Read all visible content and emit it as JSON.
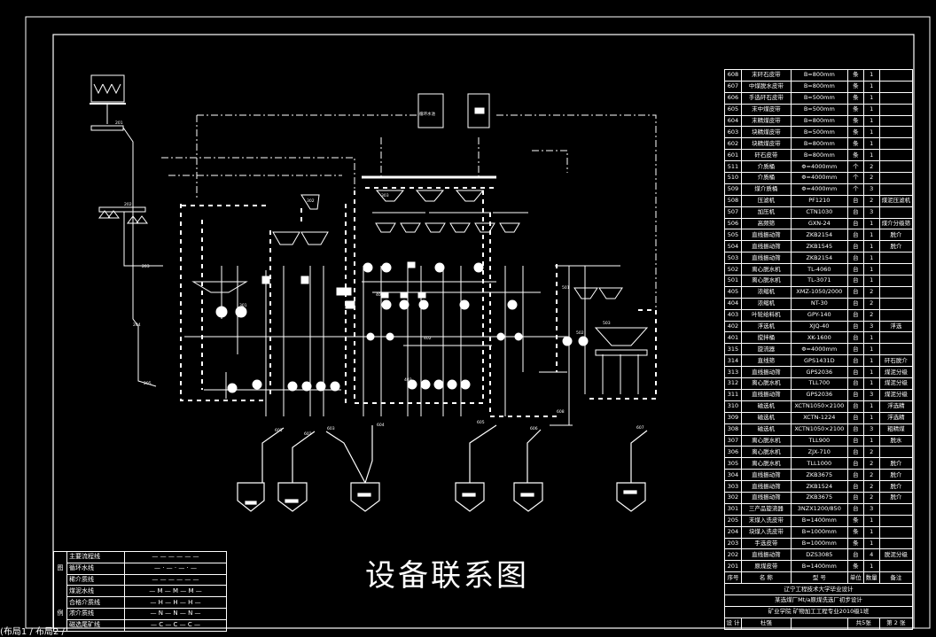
{
  "drawing": {
    "title": "设备联系图",
    "status_text": "(布局1 / 布局2 /"
  },
  "equipment_table": {
    "rows": [
      [
        "608",
        "末矸石皮带",
        "B=800mm",
        "条",
        "1",
        ""
      ],
      [
        "607",
        "中煤脱水皮带",
        "B=800mm",
        "条",
        "1",
        ""
      ],
      [
        "606",
        "手选矸石皮带",
        "B=500mm",
        "条",
        "1",
        ""
      ],
      [
        "605",
        "末中煤皮带",
        "B=500mm",
        "条",
        "1",
        ""
      ],
      [
        "604",
        "末精煤皮带",
        "B=800mm",
        "条",
        "1",
        ""
      ],
      [
        "603",
        "块精煤皮带",
        "B=500mm",
        "条",
        "1",
        ""
      ],
      [
        "602",
        "块精煤皮带",
        "B=800mm",
        "条",
        "1",
        ""
      ],
      [
        "601",
        "矸石皮带",
        "B=800mm",
        "条",
        "1",
        ""
      ],
      [
        "511",
        "介质桶",
        "Φ=4000mm",
        "个",
        "2",
        ""
      ],
      [
        "510",
        "介质桶",
        "Φ=4000mm",
        "个",
        "2",
        ""
      ],
      [
        "509",
        "煤介质桶",
        "Φ=4000mm",
        "个",
        "3",
        ""
      ],
      [
        "508",
        "压滤机",
        "PF1210",
        "台",
        "2",
        "煤泥压滤机"
      ],
      [
        "507",
        "加压机",
        "CTN1030",
        "台",
        "3",
        ""
      ],
      [
        "506",
        "高频筛",
        "GXN-24",
        "台",
        "1",
        "煤介分级筛"
      ],
      [
        "505",
        "直线振动筛",
        "ZKB2154",
        "台",
        "1",
        "脱介"
      ],
      [
        "504",
        "直线振动筛",
        "ZKB1545",
        "台",
        "1",
        "脱介"
      ],
      [
        "503",
        "直线振动筛",
        "ZKB2154",
        "台",
        "1",
        ""
      ],
      [
        "502",
        "离心脱水机",
        "TL-4060",
        "台",
        "1",
        ""
      ],
      [
        "501",
        "离心脱水机",
        "TL-3071",
        "台",
        "1",
        ""
      ],
      [
        "405",
        "浓缩机",
        "XMZ-1050/2000",
        "台",
        "2",
        ""
      ],
      [
        "404",
        "浓缩机",
        "NT-30",
        "台",
        "2",
        ""
      ],
      [
        "403",
        "叶轮给料机",
        "GPY-140",
        "台",
        "2",
        ""
      ],
      [
        "402",
        "浮选机",
        "XJQ-40",
        "台",
        "3",
        "浮选"
      ],
      [
        "401",
        "搅拌桶",
        "XK-1600",
        "台",
        "1",
        ""
      ],
      [
        "315",
        "旋流器",
        "Φ=4000mm",
        "台",
        "1",
        ""
      ],
      [
        "314",
        "直线筛",
        "GPS1431D",
        "台",
        "1",
        "矸石脱介"
      ],
      [
        "313",
        "直线振动筛",
        "GPS2036",
        "台",
        "1",
        "煤泥分级"
      ],
      [
        "312",
        "离心脱水机",
        "TLL700",
        "台",
        "1",
        "煤泥分级"
      ],
      [
        "311",
        "直线振动筛",
        "GPS2036",
        "台",
        "3",
        "煤泥分级"
      ],
      [
        "310",
        "磁选机",
        "XCTN1050×2100",
        "台",
        "1",
        "浮选精"
      ],
      [
        "309",
        "磁选机",
        "XCTN-1224",
        "台",
        "1",
        "浮选精"
      ],
      [
        "308",
        "磁选机",
        "XCTN1050×2100",
        "台",
        "3",
        "粗精煤"
      ],
      [
        "307",
        "离心脱水机",
        "TLL900",
        "台",
        "1",
        "脱水"
      ],
      [
        "306",
        "离心脱水机",
        "ZJX-710",
        "台",
        "2",
        ""
      ],
      [
        "305",
        "离心脱水机",
        "TLL1000",
        "台",
        "2",
        "脱介"
      ],
      [
        "304",
        "直线振动筛",
        "ZKB3675",
        "台",
        "2",
        "脱介"
      ],
      [
        "303",
        "直线振动筛",
        "ZKB1524",
        "台",
        "2",
        "脱介"
      ],
      [
        "302",
        "直线振动筛",
        "ZKB3675",
        "台",
        "2",
        "脱介"
      ],
      [
        "301",
        "三产品旋流器",
        "3NZX1200/850",
        "台",
        "3",
        ""
      ],
      [
        "205",
        "末煤入洗皮带",
        "B=1400mm",
        "条",
        "1",
        ""
      ],
      [
        "204",
        "块煤入洗皮带",
        "B=1000mm",
        "条",
        "1",
        ""
      ],
      [
        "203",
        "手选皮带",
        "B=1000mm",
        "条",
        "1",
        ""
      ],
      [
        "202",
        "直线振动筛",
        "DZS3085",
        "台",
        "4",
        "脱泥分级"
      ],
      [
        "201",
        "原煤皮带",
        "B=1400mm",
        "条",
        "1",
        ""
      ]
    ],
    "header": [
      "序号",
      "名 称",
      "型 号",
      "单位",
      "数量",
      "备注"
    ],
    "institution_lines": [
      "辽宁工程技术大学毕业设计",
      "某选煤厂Mt/a原煤洗选厂初步设计",
      "矿业学院 矿物加工工程专业2010级1班"
    ],
    "footer": [
      "设 计",
      "杜强",
      "",
      "共5张",
      "第 2 张"
    ]
  },
  "legend": {
    "side_labels": [
      "图",
      "例"
    ],
    "rows": [
      [
        "主要流程线",
        "— — — — — —"
      ],
      [
        "循环水线",
        "— · — · — · —"
      ],
      [
        "稀介质线",
        "— — — — — —"
      ],
      [
        "煤泥水线",
        "— M — M — M —"
      ],
      [
        "合格介质线",
        "— H — H — H —"
      ],
      [
        "浓介质线",
        "— N — N — N —"
      ],
      [
        "磁选尾矿线",
        "— C — C — C —"
      ]
    ]
  },
  "diagram_labels": {
    "top_box_left": "循环水池",
    "top_box_right": "",
    "tags": [
      "201",
      "202",
      "203",
      "204",
      "205",
      "301",
      "302",
      "303",
      "401",
      "402",
      "403",
      "501",
      "502",
      "503",
      "601",
      "602",
      "603",
      "604",
      "605",
      "606",
      "607",
      "608"
    ]
  }
}
